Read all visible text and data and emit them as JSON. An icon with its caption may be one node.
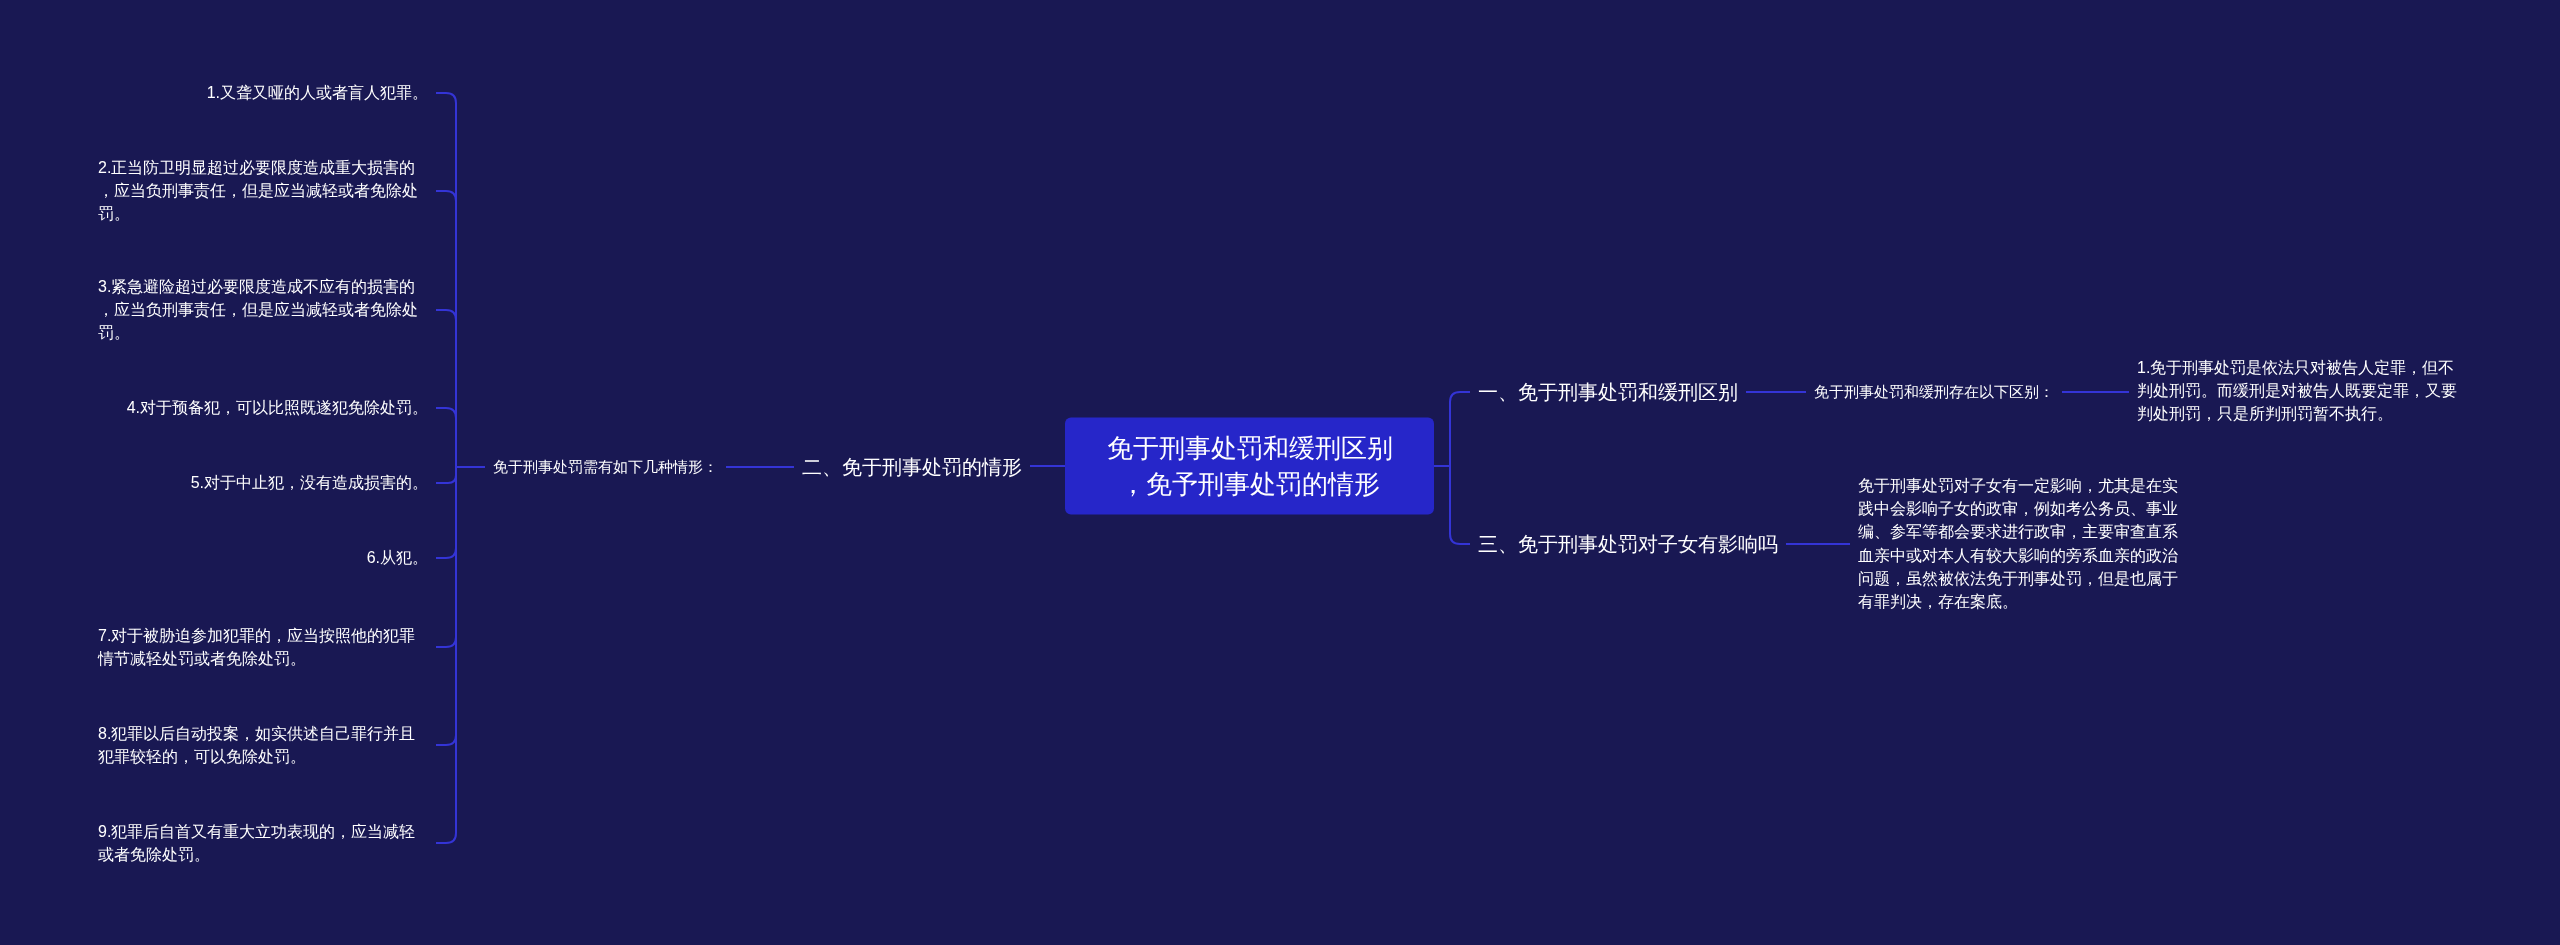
{
  "diagram": {
    "nodes": [
      {
        "text": [
          "免于刑事处罚和缓刑区别，免予刑事处罚的情形"
        ]
      },
      {
        "text": [
          "二、免于刑事处罚的情形"
        ]
      },
      {
        "text": [
          "免于刑事处罚需有如下几种情形："
        ]
      },
      {
        "text": [
          "1.又聋又哑的人或者盲人犯罪。"
        ]
      },
      {
        "text": [
          "2.正当防卫明显超过必要限度造成重大损害的，应当负刑事责任，但是应当减轻或者免除处罚。"
        ]
      },
      {
        "text": [
          "3.紧急避险超过必要限度造成不应有的损害的，应当负刑事责任，但是应当减轻或者免除处罚。"
        ]
      },
      {
        "text": [
          "4.对于预备犯，可以比照既遂犯免除处罚。"
        ]
      },
      {
        "text": [
          "5.对于中止犯，没有造成损害的。"
        ]
      },
      {
        "text": [
          "6.从犯。"
        ]
      },
      {
        "text": [
          "7.对于被胁迫参加犯罪的，应当按照他的犯罪情节减轻处罚或者免除处罚。"
        ]
      },
      {
        "text": [
          "8.犯罪以后自动投案，如实供述自己罪行并且犯罪较轻的，可以免除处罚。"
        ]
      },
      {
        "text": [
          "9.犯罪后自首又有重大立功表现的，应当减轻或者免除处罚。"
        ]
      },
      {
        "text": [
          "一、免于刑事处罚和缓刑区别"
        ]
      },
      {
        "text": [
          "免于刑事处罚和缓刑存在以下区别："
        ]
      },
      {
        "text": [
          "1.免于刑事处罚是依法只对被告人定罪，但不判处刑罚。而缓刑是对被告人既要定罪，又要判处刑罚，只是所判刑罚暂不执行。"
        ]
      },
      {
        "text": [
          "三、免于刑事处罚对子女有影响吗"
        ]
      },
      {
        "text": [
          "免于刑事处罚对子女有一定影响，尤其是在实践中会影响子女的政审，例如考公务员、事业编、参军等都会要求进行政审，主要审查直系血亲中或对本人有较大影响的旁系血亲的政治问题，虽然被依法免于刑事处罚，但是也属于有罪判决，存在案底。"
        ]
      }
    ],
    "edges": [
      {
        "from": 0,
        "to": 1,
        "arrow": "none"
      },
      {
        "from": 1,
        "to": 2,
        "arrow": "none"
      },
      {
        "from": 2,
        "to": 3,
        "arrow": "none"
      },
      {
        "from": 2,
        "to": 4,
        "arrow": "none"
      },
      {
        "from": 2,
        "to": 5,
        "arrow": "none"
      },
      {
        "from": 2,
        "to": 6,
        "arrow": "none"
      },
      {
        "from": 2,
        "to": 7,
        "arrow": "none"
      },
      {
        "from": 2,
        "to": 8,
        "arrow": "none"
      },
      {
        "from": 2,
        "to": 9,
        "arrow": "none"
      },
      {
        "from": 2,
        "to": 10,
        "arrow": "none"
      },
      {
        "from": 2,
        "to": 11,
        "arrow": "none"
      },
      {
        "from": 0,
        "to": 12,
        "arrow": "none"
      },
      {
        "from": 12,
        "to": 13,
        "arrow": "none"
      },
      {
        "from": 13,
        "to": 14,
        "arrow": "none"
      },
      {
        "from": 0,
        "to": 15,
        "arrow": "none"
      },
      {
        "from": 15,
        "to": 16,
        "arrow": "none"
      }
    ]
  }
}
